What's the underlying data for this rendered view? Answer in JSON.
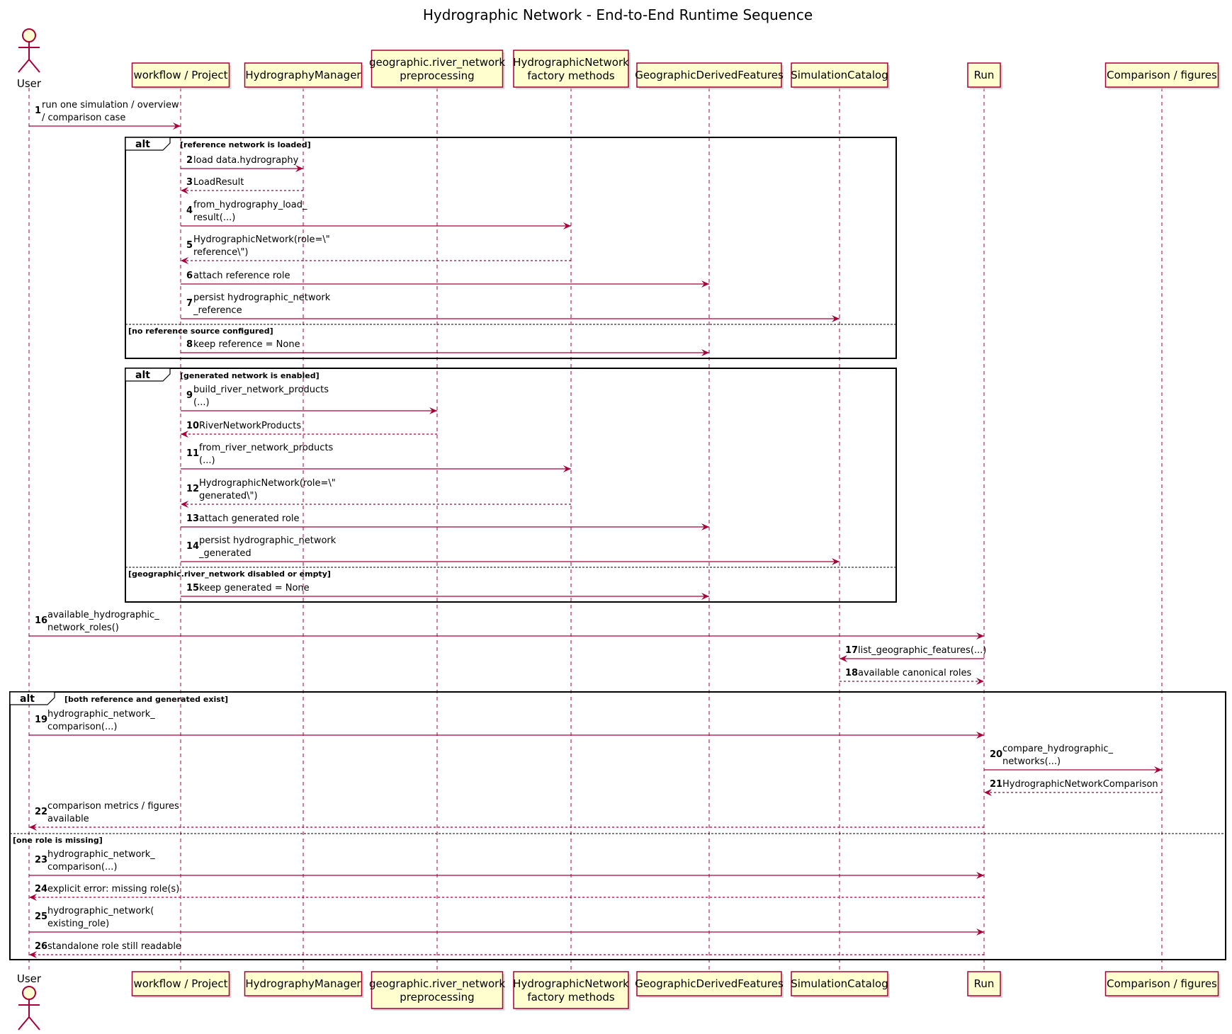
{
  "title": "Hydrographic Network - End-to-End Runtime Sequence",
  "colors": {
    "arrow": "#A80036",
    "participant_fill": "#FEFECE",
    "participant_border": "#A80036",
    "lifeline": "#A80036",
    "frame_border": "#000000"
  },
  "participants": [
    {
      "id": "user",
      "kind": "actor",
      "label": [
        "User"
      ]
    },
    {
      "id": "workflow",
      "kind": "box",
      "label": [
        "workflow / Project"
      ]
    },
    {
      "id": "hydromgr",
      "kind": "box",
      "label": [
        "HydrographyManager"
      ]
    },
    {
      "id": "rivnet",
      "kind": "box",
      "label": [
        "geographic.river_network",
        "preprocessing"
      ]
    },
    {
      "id": "factory",
      "kind": "box",
      "label": [
        "HydrographicNetwork",
        "factory methods"
      ]
    },
    {
      "id": "gdf",
      "kind": "box",
      "label": [
        "GeographicDerivedFeatures"
      ]
    },
    {
      "id": "catalog",
      "kind": "box",
      "label": [
        "SimulationCatalog"
      ]
    },
    {
      "id": "run",
      "kind": "box",
      "label": [
        "Run"
      ]
    },
    {
      "id": "compare",
      "kind": "box",
      "label": [
        "Comparison / figures"
      ]
    }
  ],
  "messages": [
    {
      "n": "1",
      "from": "user",
      "to": "workflow",
      "text": [
        "run one simulation / overview",
        "/ comparison case"
      ],
      "dashed": false
    },
    {
      "n": "2",
      "from": "workflow",
      "to": "hydromgr",
      "text": [
        "load data.hydrography"
      ],
      "dashed": false
    },
    {
      "n": "3",
      "from": "hydromgr",
      "to": "workflow",
      "text": [
        "LoadResult"
      ],
      "dashed": true
    },
    {
      "n": "4",
      "from": "workflow",
      "to": "factory",
      "text": [
        "from_hydrography_load_",
        "result(...)"
      ],
      "dashed": false
    },
    {
      "n": "5",
      "from": "factory",
      "to": "workflow",
      "text": [
        "HydrographicNetwork(role=\\\"",
        "reference\\\")"
      ],
      "dashed": true
    },
    {
      "n": "6",
      "from": "workflow",
      "to": "gdf",
      "text": [
        "attach reference role"
      ],
      "dashed": false
    },
    {
      "n": "7",
      "from": "workflow",
      "to": "catalog",
      "text": [
        "persist hydrographic_network",
        "_reference"
      ],
      "dashed": false
    },
    {
      "n": "8",
      "from": "workflow",
      "to": "gdf",
      "text": [
        "keep reference = None"
      ],
      "dashed": false
    },
    {
      "n": "9",
      "from": "workflow",
      "to": "rivnet",
      "text": [
        "build_river_network_products",
        "(...)"
      ],
      "dashed": false
    },
    {
      "n": "10",
      "from": "rivnet",
      "to": "workflow",
      "text": [
        "RiverNetworkProducts"
      ],
      "dashed": true
    },
    {
      "n": "11",
      "from": "workflow",
      "to": "factory",
      "text": [
        "from_river_network_products",
        "(...)"
      ],
      "dashed": false
    },
    {
      "n": "12",
      "from": "factory",
      "to": "workflow",
      "text": [
        "HydrographicNetwork(role=\\\"",
        "generated\\\")"
      ],
      "dashed": true
    },
    {
      "n": "13",
      "from": "workflow",
      "to": "gdf",
      "text": [
        "attach generated role"
      ],
      "dashed": false
    },
    {
      "n": "14",
      "from": "workflow",
      "to": "catalog",
      "text": [
        "persist hydrographic_network",
        "_generated"
      ],
      "dashed": false
    },
    {
      "n": "15",
      "from": "workflow",
      "to": "gdf",
      "text": [
        "keep generated = None"
      ],
      "dashed": false
    },
    {
      "n": "16",
      "from": "user",
      "to": "run",
      "text": [
        "available_hydrographic_",
        "network_roles()"
      ],
      "dashed": false
    },
    {
      "n": "17",
      "from": "run",
      "to": "catalog",
      "text": [
        "list_geographic_features(...)"
      ],
      "dashed": false
    },
    {
      "n": "18",
      "from": "catalog",
      "to": "run",
      "text": [
        "available canonical roles"
      ],
      "dashed": true
    },
    {
      "n": "19",
      "from": "user",
      "to": "run",
      "text": [
        "hydrographic_network_",
        "comparison(...)"
      ],
      "dashed": false
    },
    {
      "n": "20",
      "from": "run",
      "to": "compare",
      "text": [
        "compare_hydrographic_",
        "networks(...)"
      ],
      "dashed": false
    },
    {
      "n": "21",
      "from": "compare",
      "to": "run",
      "text": [
        "HydrographicNetworkComparison"
      ],
      "dashed": true
    },
    {
      "n": "22",
      "from": "run",
      "to": "user",
      "text": [
        "comparison metrics / figures",
        "available"
      ],
      "dashed": true
    },
    {
      "n": "23",
      "from": "user",
      "to": "run",
      "text": [
        "hydrographic_network_",
        "comparison(...)"
      ],
      "dashed": false
    },
    {
      "n": "24",
      "from": "run",
      "to": "user",
      "text": [
        "explicit error: missing role(s)"
      ],
      "dashed": true
    },
    {
      "n": "25",
      "from": "user",
      "to": "run",
      "text": [
        "hydrographic_network(",
        "existing_role)"
      ],
      "dashed": false
    },
    {
      "n": "26",
      "from": "run",
      "to": "user",
      "text": [
        "standalone role still readable"
      ],
      "dashed": true
    }
  ],
  "frames": [
    {
      "keyword": "alt",
      "guard": "[reference network is loaded]",
      "else_guard": "[no reference source configured]"
    },
    {
      "keyword": "alt",
      "guard": "[generated network is enabled]",
      "else_guard": "[geographic.river_network disabled or empty]"
    },
    {
      "keyword": "alt",
      "guard": "[both reference and generated exist]",
      "else_guard": "[one role is missing]"
    }
  ]
}
